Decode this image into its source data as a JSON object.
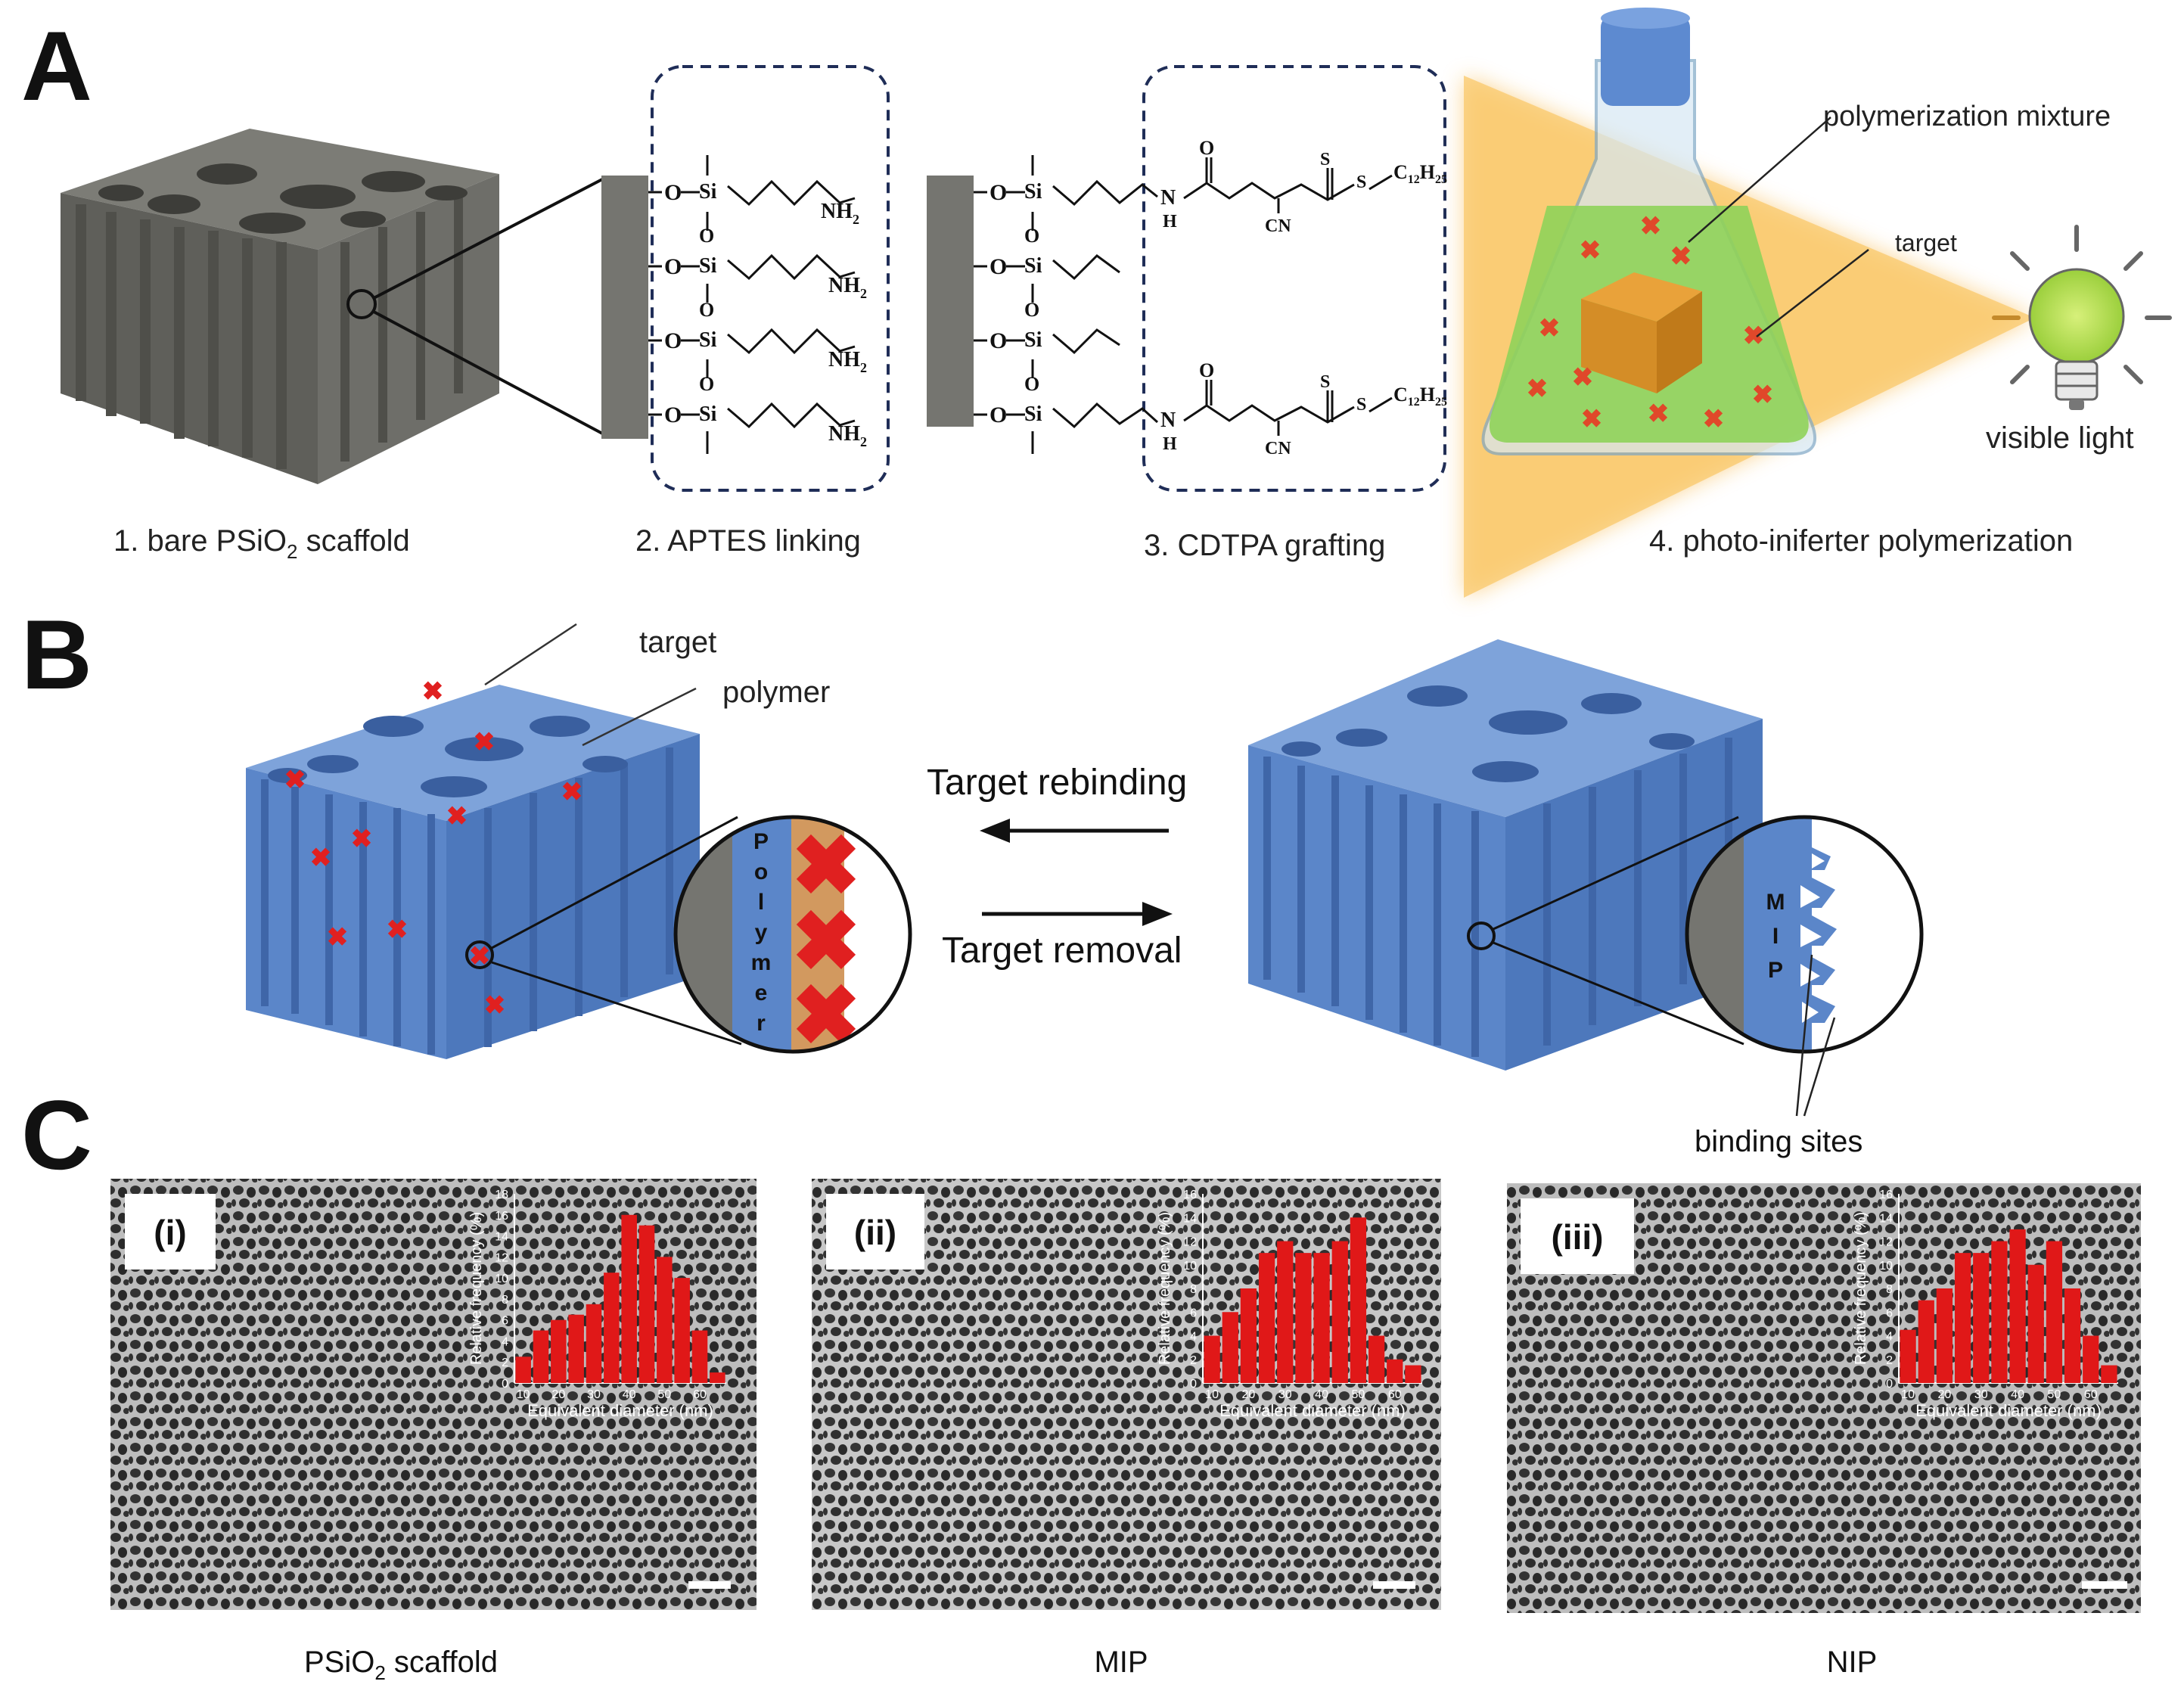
{
  "panels": {
    "a": {
      "letter": "A",
      "step1": "1. bare PSiO",
      "step1_sub": "2",
      "step1_tail": " scaffold",
      "step2": "2. APTES linking",
      "step3": "3. CDTPA grafting",
      "step4": "4. photo-iniferter polymerization",
      "polymerization_mixture": "polymerization mixture",
      "target": "target",
      "visible_light": "visible light",
      "chem": {
        "o": "O",
        "si": "Si",
        "nh2": "NH",
        "nh2_sub": "2",
        "n": "N",
        "h": "H",
        "s": "S",
        "cn": "CN",
        "c12h25": "C",
        "c12h25_sub1": "12",
        "c12h25_h": "H",
        "c12h25_sub2": "25"
      }
    },
    "b": {
      "letter": "B",
      "target": "target",
      "polymer": "polymer",
      "target_rebinding": "Target rebinding",
      "target_removal": "Target removal",
      "polymer_letters": [
        "P",
        "o",
        "l",
        "y",
        "m",
        "e",
        "r"
      ],
      "mip_letters": [
        "M",
        "I",
        "P"
      ],
      "binding_sites": "binding sites"
    },
    "c": {
      "letter": "C",
      "images": [
        {
          "tag": "(i)",
          "caption": "PSiO",
          "caption_sub": "2",
          "caption_tail": " scaffold"
        },
        {
          "tag": "(ii)",
          "caption": "MIP",
          "caption_sub": "",
          "caption_tail": ""
        },
        {
          "tag": "(iii)",
          "caption": "NIP",
          "caption_sub": "",
          "caption_tail": ""
        }
      ]
    }
  },
  "colors": {
    "scaffold_gray": "#6b6b66",
    "polymer_blue": "#5b86c9",
    "target_red": "#e02020",
    "light_yellow": "#f9c86a",
    "mixture_green": "#8fd35a",
    "bar_red": "#e01818",
    "dashed_navy": "#1f2d57"
  },
  "chart_data": [
    {
      "type": "bar",
      "xlabel": "Equivalent diameter (nm)",
      "ylabel": "Relative frequency (%)",
      "ylim": [
        0,
        18
      ],
      "yticks": [
        0,
        2,
        4,
        6,
        8,
        10,
        12,
        14,
        16,
        18
      ],
      "xticks": [
        10,
        20,
        30,
        40,
        50,
        60
      ],
      "x": [
        10,
        15,
        20,
        25,
        30,
        35,
        40,
        45,
        50,
        55,
        60,
        65
      ],
      "values": [
        2.5,
        5,
        6,
        6.5,
        7.5,
        10.5,
        16,
        15,
        12,
        10,
        5,
        1
      ]
    },
    {
      "type": "bar",
      "xlabel": "Equivalent diameter (nm)",
      "ylabel": "Relative frequency (%)",
      "ylim": [
        0,
        16
      ],
      "yticks": [
        0,
        2,
        4,
        6,
        8,
        10,
        12,
        14,
        16
      ],
      "xticks": [
        10,
        20,
        30,
        40,
        50,
        60
      ],
      "x": [
        10,
        15,
        20,
        25,
        30,
        35,
        40,
        45,
        50,
        55,
        60,
        65
      ],
      "values": [
        4,
        6,
        8,
        11,
        12,
        11,
        11,
        12,
        14,
        4,
        2,
        1.5
      ]
    },
    {
      "type": "bar",
      "xlabel": "Equivalent diameter (nm)",
      "ylabel": "Relative frequency (%)",
      "ylim": [
        0,
        16
      ],
      "yticks": [
        0,
        2,
        4,
        6,
        8,
        10,
        12,
        14,
        16
      ],
      "xticks": [
        10,
        20,
        30,
        40,
        50,
        60
      ],
      "x": [
        10,
        15,
        20,
        25,
        30,
        35,
        40,
        45,
        50,
        55,
        60,
        65
      ],
      "values": [
        4.5,
        7,
        8,
        11,
        11,
        12,
        13,
        10,
        12,
        8,
        4,
        1.5
      ]
    }
  ]
}
